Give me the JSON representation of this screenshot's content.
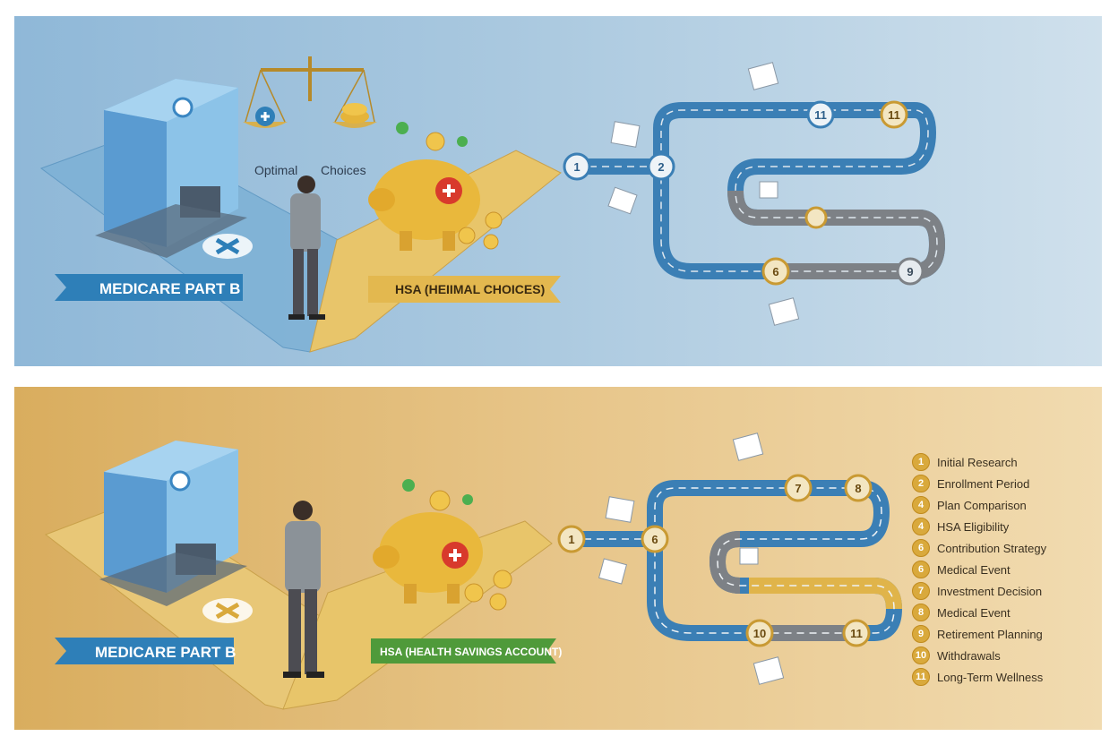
{
  "top_panel": {
    "left_banner": "MEDICARE PART B",
    "right_banner": "HSA (HEIIMAL CHOICES)",
    "choice_label_left": "Optimal",
    "choice_label_right": "Choices",
    "roadmap_nodes": [
      "1",
      "2",
      "11",
      "11",
      "6",
      "9"
    ]
  },
  "bottom_panel": {
    "left_banner": "MEDICARE PART B",
    "right_banner": "HSA (HEALTH SAVINGS ACCOUNT)",
    "roadmap_nodes": [
      "1",
      "6",
      "7",
      "8",
      "10",
      "11"
    ],
    "legend": [
      {
        "num": "1",
        "label": "Initial Research"
      },
      {
        "num": "2",
        "label": "Enrollment Period"
      },
      {
        "num": "4",
        "label": "Plan Comparison"
      },
      {
        "num": "4",
        "label": "HSA Eligibility"
      },
      {
        "num": "6",
        "label": "Contribution Strategy"
      },
      {
        "num": "6",
        "label": "Medical Event"
      },
      {
        "num": "7",
        "label": "Investment Decision"
      },
      {
        "num": "8",
        "label": "Medical Event"
      },
      {
        "num": "9",
        "label": "Retirement Planning"
      },
      {
        "num": "10",
        "label": "Withdrawals"
      },
      {
        "num": "11",
        "label": "Long-Term Wellness"
      }
    ]
  },
  "colors": {
    "medicare_blue": "#2e7fb8",
    "hsa_gold": "#e0b44a",
    "hsa_green": "#4f9a3a",
    "road_blue": "#3b7fb5",
    "road_gray": "#7d8186"
  }
}
